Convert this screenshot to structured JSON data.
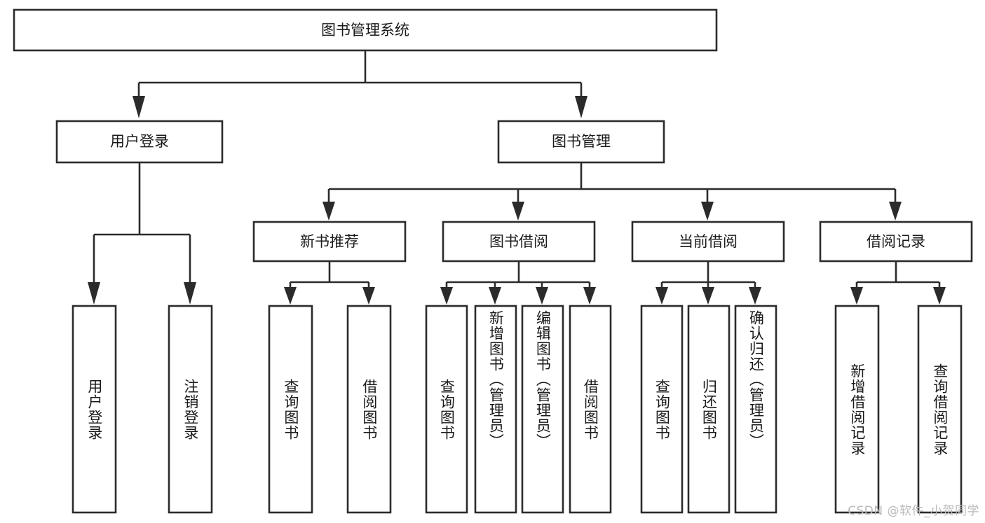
{
  "diagram": {
    "type": "tree-hierarchy",
    "title": "图书管理系统",
    "orientation": "top-down",
    "watermark": "CSDN @软件_小贺同学",
    "colors": {
      "box_stroke": "#2b2b2b",
      "box_fill": "#ffffff",
      "text": "#1a1a1a",
      "background": "#ffffff",
      "watermark": "#b9b9b9"
    },
    "levels": {
      "root": {
        "label": "图书管理系统"
      },
      "level2": [
        {
          "label": "用户登录"
        },
        {
          "label": "图书管理"
        }
      ],
      "level3": [
        {
          "label": "新书推荐"
        },
        {
          "label": "图书借阅"
        },
        {
          "label": "当前借阅"
        },
        {
          "label": "借阅记录"
        }
      ]
    },
    "leaves": {
      "user_login": [
        {
          "label": "用户登录"
        },
        {
          "label": "注销登录"
        }
      ],
      "new_book_recommend": [
        {
          "label": "查询图书"
        },
        {
          "label": "借阅图书"
        }
      ],
      "book_borrow": [
        {
          "label": "查询图书"
        },
        {
          "label": "新增图书（管理员）"
        },
        {
          "label": "编辑图书（管理员）"
        },
        {
          "label": "借阅图书"
        }
      ],
      "current_borrow": [
        {
          "label": "查询图书"
        },
        {
          "label": "归还图书"
        },
        {
          "label": "确认归还（管理员）"
        }
      ],
      "borrow_record": [
        {
          "label": "新增借阅记录"
        },
        {
          "label": "查询借阅记录"
        }
      ]
    }
  }
}
